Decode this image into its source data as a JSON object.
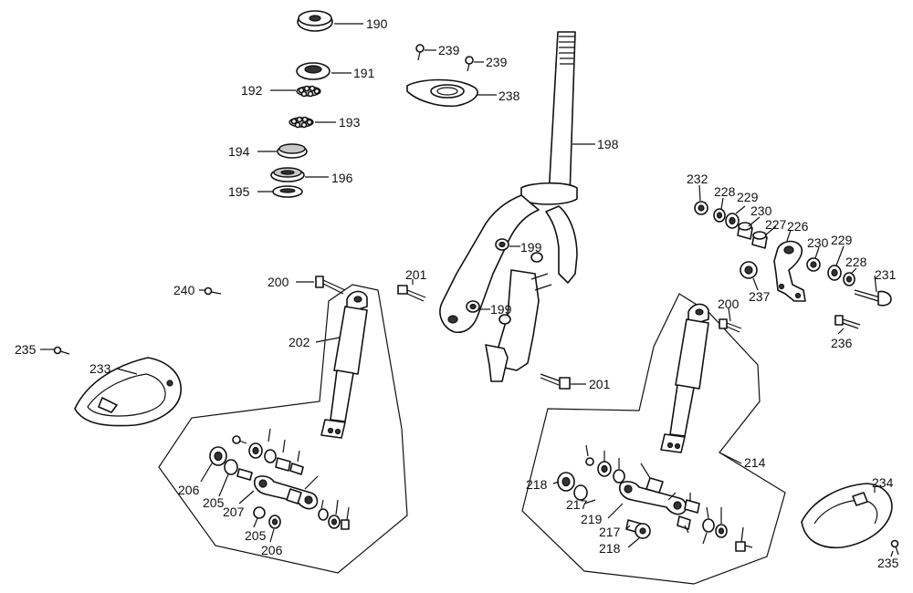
{
  "diagram": {
    "callouts": {
      "c190": "190",
      "c191": "191",
      "c192": "192",
      "c193": "193",
      "c194": "194",
      "c196": "196",
      "c195": "195",
      "c239a": "239",
      "c239b": "239",
      "c238": "238",
      "c198": "198",
      "c199a": "199",
      "c199b": "199",
      "c201a": "201",
      "c201b": "201",
      "c200a": "200",
      "c240": "240",
      "c202": "202",
      "c235a": "235",
      "c233": "233",
      "c206a": "206",
      "c205a": "205",
      "c207": "207",
      "c205b": "205",
      "c206b": "206",
      "c232": "232",
      "c228a": "228",
      "c229a": "229",
      "c230a": "230",
      "c227": "227",
      "c226": "226",
      "c230b": "230",
      "c229b": "229",
      "c228b": "228",
      "c231": "231",
      "c237": "237",
      "c200b": "200",
      "c236": "236",
      "c214": "214",
      "c218a": "218",
      "c217a": "217",
      "c219": "219",
      "c217b": "217",
      "c218b": "218",
      "c234": "234",
      "c235b": "235"
    }
  }
}
